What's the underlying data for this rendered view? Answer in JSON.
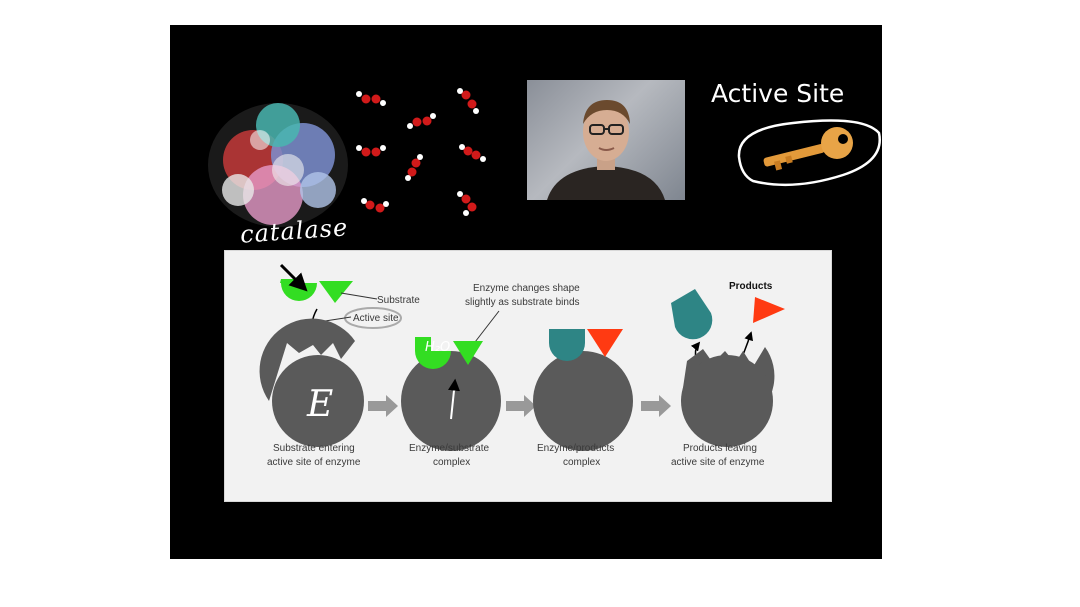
{
  "slide": {
    "catalase_label": "catalase",
    "active_site_title": "Active Site"
  },
  "diagram": {
    "substrate_label": "Substrate",
    "active_site_label": "Active site",
    "enzyme_letter": "E",
    "handwritten_note": "H₂O",
    "shape_change_line1": "Enzyme changes shape",
    "shape_change_line2": "slightly as substrate binds",
    "products_label": "Products",
    "steps": [
      {
        "line1": "Substrate entering",
        "line2": "active site of enzyme"
      },
      {
        "line1": "Enzyme/substrate",
        "line2": "complex"
      },
      {
        "line1": "Enzyme/products",
        "line2": "complex"
      },
      {
        "line1": "Products leaving",
        "line2": "active site of enzyme"
      }
    ]
  },
  "colors": {
    "substrate_green": "#33dd22",
    "product_teal": "#2e8585",
    "product_red": "#ff3a12",
    "enzyme_gray": "#5a5a5a",
    "key_orange": "#e39a3a"
  }
}
